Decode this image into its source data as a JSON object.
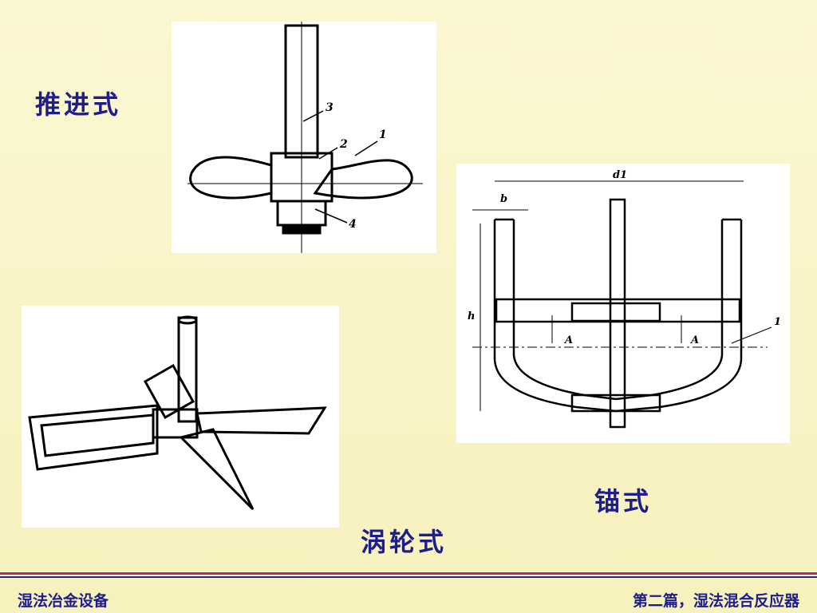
{
  "labels": {
    "propeller": "推进式",
    "anchor": "锚式",
    "turbine": "涡轮式"
  },
  "figure_labels": {
    "propeller": {
      "part3": "3",
      "part2": "2",
      "part1": "1",
      "part4": "4"
    },
    "anchor": {
      "d1": "d1",
      "b": "b",
      "h": "h",
      "part1": "1",
      "sectionA": "A"
    }
  },
  "footer": {
    "left": "湿法冶金设备",
    "right": "第二篇，湿法混合反应器"
  },
  "colors": {
    "background": "#fbf7d2",
    "text": "#1d1d8c",
    "rule_magenta": "#b0287a",
    "rule_blue": "#1c2a8c"
  }
}
